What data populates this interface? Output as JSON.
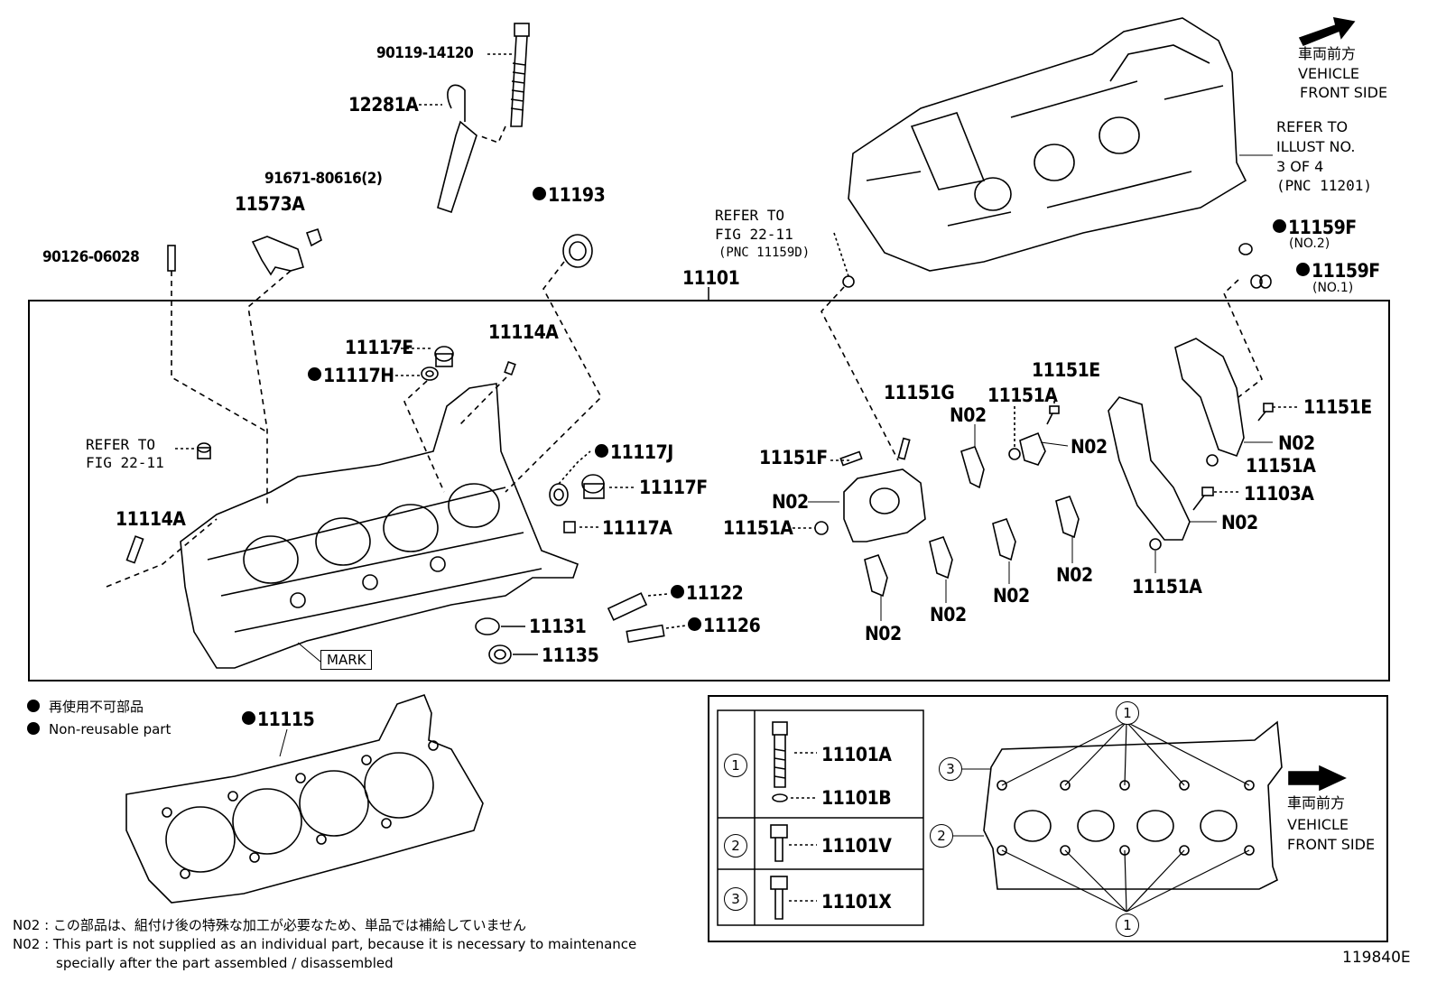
{
  "direction": {
    "jp": "車両前方",
    "en_line1": "VEHICLE",
    "en_line2": "FRONT SIDE"
  },
  "refer_illust": {
    "line1": "REFER TO",
    "line2": "ILLUST NO.",
    "line3": "3 OF 4",
    "line4": "(PNC 11201)"
  },
  "refer_fig_top": {
    "line1": "REFER TO",
    "line2": "FIG 22-11",
    "line3": "(PNC 11159D)"
  },
  "refer_fig_left": {
    "line1": "REFER TO",
    "line2": "FIG 22-11"
  },
  "parts": {
    "p90119_14120": "90119-14120",
    "p12281A": "12281A",
    "p91671_80616": "91671-80616(2)",
    "p11573A": "11573A",
    "p90126_06028": "90126-06028",
    "p11193": "11193",
    "p11101": "11101",
    "p11159F_no2": "11159F",
    "p11159F_no2_sub": "(NO.2)",
    "p11159F_no1": "11159F",
    "p11159F_no1_sub": "(NO.1)",
    "p11117E": "11117E",
    "p11117H": "11117H",
    "p11114A_top": "11114A",
    "p11114A_left": "11114A",
    "p11117J": "11117J",
    "p11117F": "11117F",
    "p11117A": "11117A",
    "p11122": "11122",
    "p11126": "11126",
    "p11131": "11131",
    "p11135": "11135",
    "p11151G": "11151G",
    "p11151E_a": "11151E",
    "p11151A_a": "11151A",
    "p11151E_b": "11151E",
    "p11151F": "11151F",
    "p11151A_b": "11151A",
    "p11151A_c": "11151A",
    "p11151A_d": "11151A",
    "p11103A": "11103A",
    "n02_1": "N02",
    "n02_2": "N02",
    "n02_3": "N02",
    "n02_4": "N02",
    "n02_5": "N02",
    "n02_6": "N02",
    "n02_7": "N02",
    "n02_8": "N02",
    "n02_9": "N02",
    "p11115": "11115",
    "p11101A": "11101A",
    "p11101B": "11101B",
    "p11101V": "11101V",
    "p11101X": "11101X"
  },
  "mark_label": "MARK",
  "legend": {
    "jp": "再使用不可部品",
    "en": "Non-reusable part"
  },
  "footnote": {
    "jp": "N02 : この部品は、組付け後の特殊な加工が必要なため、単品では補給していません",
    "en1": "N02 : This part is not supplied as an individual part, because it is necessary to maintenance",
    "en2": "specially after the part assembled / disassembled"
  },
  "inset": {
    "c1": "1",
    "c2": "2",
    "c3": "3",
    "c1_top": "1",
    "c1_bottom": "1",
    "c2_side": "2",
    "c3_side": "3"
  },
  "figure_id": "119840E"
}
